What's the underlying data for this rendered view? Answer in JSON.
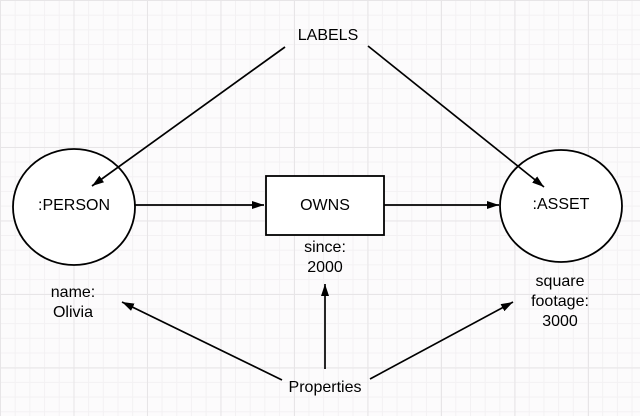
{
  "diagram": {
    "labels_annotation": "LABELS",
    "properties_annotation": "Properties",
    "nodes": {
      "person": {
        "label": ":PERSON",
        "properties": [
          "name:",
          "Olivia"
        ]
      },
      "asset": {
        "label": ":ASSET",
        "properties": [
          "square",
          "footage:",
          "3000"
        ]
      }
    },
    "relationship": {
      "label": "OWNS",
      "properties": [
        "since:",
        "2000"
      ]
    },
    "colors": {
      "stroke": "#000000",
      "text": "#000000",
      "background": "#fcfbfc",
      "grid_minor": "#f3f1f3",
      "grid_major": "#e7e5e7"
    }
  }
}
